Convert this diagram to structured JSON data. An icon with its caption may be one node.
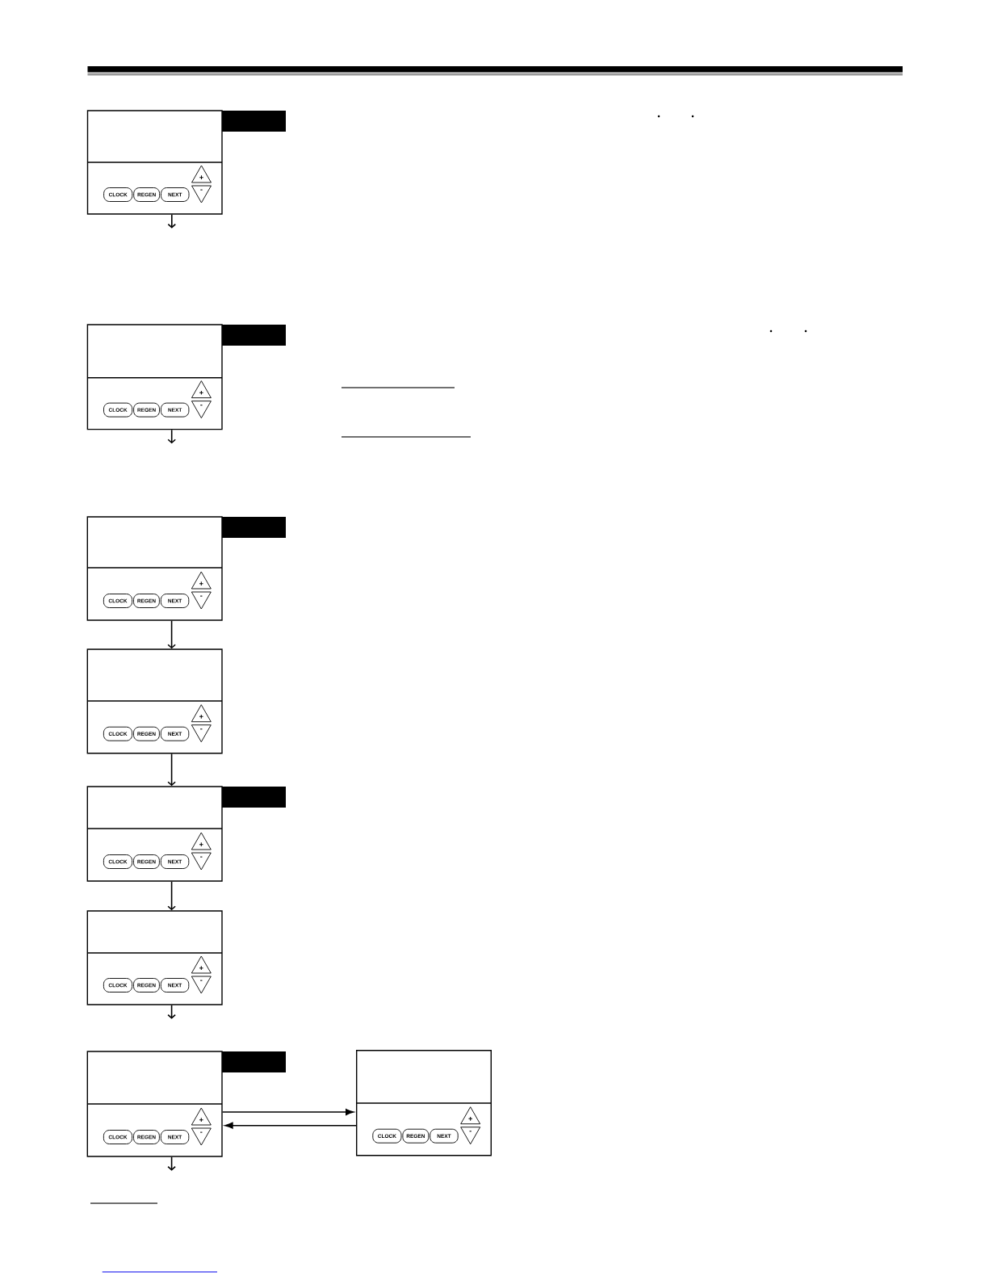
{
  "diagram": {
    "nodes": [
      {
        "text": [],
        "shape": "box"
      },
      {
        "text": [
          "CLOCK"
        ],
        "in": 0
      },
      {
        "text": [
          "REGEN"
        ],
        "in": 0
      },
      {
        "text": [
          "NEXT"
        ],
        "in": 0
      },
      {
        "text": [
          "+"
        ],
        "in": 0
      },
      {
        "text": [
          "-"
        ],
        "in": 0
      },
      {
        "text": [],
        "shape": "box"
      },
      {
        "text": [
          "CLOCK"
        ],
        "in": 6
      },
      {
        "text": [
          "REGEN"
        ],
        "in": 6
      },
      {
        "text": [
          "NEXT"
        ],
        "in": 6
      },
      {
        "text": [
          "+"
        ],
        "in": 6
      },
      {
        "text": [
          "-"
        ],
        "in": 6
      },
      {
        "text": [],
        "shape": "box"
      },
      {
        "text": [
          "CLOCK"
        ],
        "in": 12
      },
      {
        "text": [
          "REGEN"
        ],
        "in": 12
      },
      {
        "text": [
          "NEXT"
        ],
        "in": 12
      },
      {
        "text": [
          "+"
        ],
        "in": 12
      },
      {
        "text": [
          "-"
        ],
        "in": 12
      },
      {
        "text": [],
        "shape": "box"
      },
      {
        "text": [
          "CLOCK"
        ],
        "in": 18
      },
      {
        "text": [
          "REGEN"
        ],
        "in": 18
      },
      {
        "text": [
          "NEXT"
        ],
        "in": 18
      },
      {
        "text": [
          "+"
        ],
        "in": 18
      },
      {
        "text": [
          "-"
        ],
        "in": 18
      },
      {
        "text": [],
        "shape": "box"
      },
      {
        "text": [
          "CLOCK"
        ],
        "in": 24
      },
      {
        "text": [
          "REGEN"
        ],
        "in": 24
      },
      {
        "text": [
          "NEXT"
        ],
        "in": 24
      },
      {
        "text": [
          "+"
        ],
        "in": 24
      },
      {
        "text": [
          "-"
        ],
        "in": 24
      },
      {
        "text": [],
        "shape": "box"
      },
      {
        "text": [
          "CLOCK"
        ],
        "in": 30
      },
      {
        "text": [
          "REGEN"
        ],
        "in": 30
      },
      {
        "text": [
          "NEXT"
        ],
        "in": 30
      },
      {
        "text": [
          "+"
        ],
        "in": 30
      },
      {
        "text": [
          "-"
        ],
        "in": 30
      },
      {
        "text": [],
        "shape": "box"
      },
      {
        "text": [
          "CLOCK"
        ],
        "in": 36
      },
      {
        "text": [
          "REGEN"
        ],
        "in": 36
      },
      {
        "text": [
          "NEXT"
        ],
        "in": 36
      },
      {
        "text": [
          "+"
        ],
        "in": 36
      },
      {
        "text": [
          "-"
        ],
        "in": 36
      },
      {
        "text": [],
        "shape": "box"
      },
      {
        "text": [
          "CLOCK"
        ],
        "in": 42
      },
      {
        "text": [
          "REGEN"
        ],
        "in": 42
      },
      {
        "text": [
          "NEXT"
        ],
        "in": 42
      },
      {
        "text": [
          "+"
        ],
        "in": 42
      },
      {
        "text": [
          "-"
        ],
        "in": 42
      }
    ],
    "edges": [
      {
        "from": 0,
        "to": null,
        "arrow": "to"
      },
      {
        "from": 6,
        "to": null,
        "arrow": "to"
      },
      {
        "from": 12,
        "to": 18,
        "arrow": "to"
      },
      {
        "from": 18,
        "to": 24,
        "arrow": "to"
      },
      {
        "from": 24,
        "to": 30,
        "arrow": "to"
      },
      {
        "from": 30,
        "to": null,
        "arrow": "to"
      },
      {
        "from": 36,
        "to": null,
        "arrow": "to"
      },
      {
        "from": 36,
        "to": 42,
        "arrow": "to"
      },
      {
        "from": 42,
        "to": 36,
        "arrow": "to"
      }
    ]
  }
}
